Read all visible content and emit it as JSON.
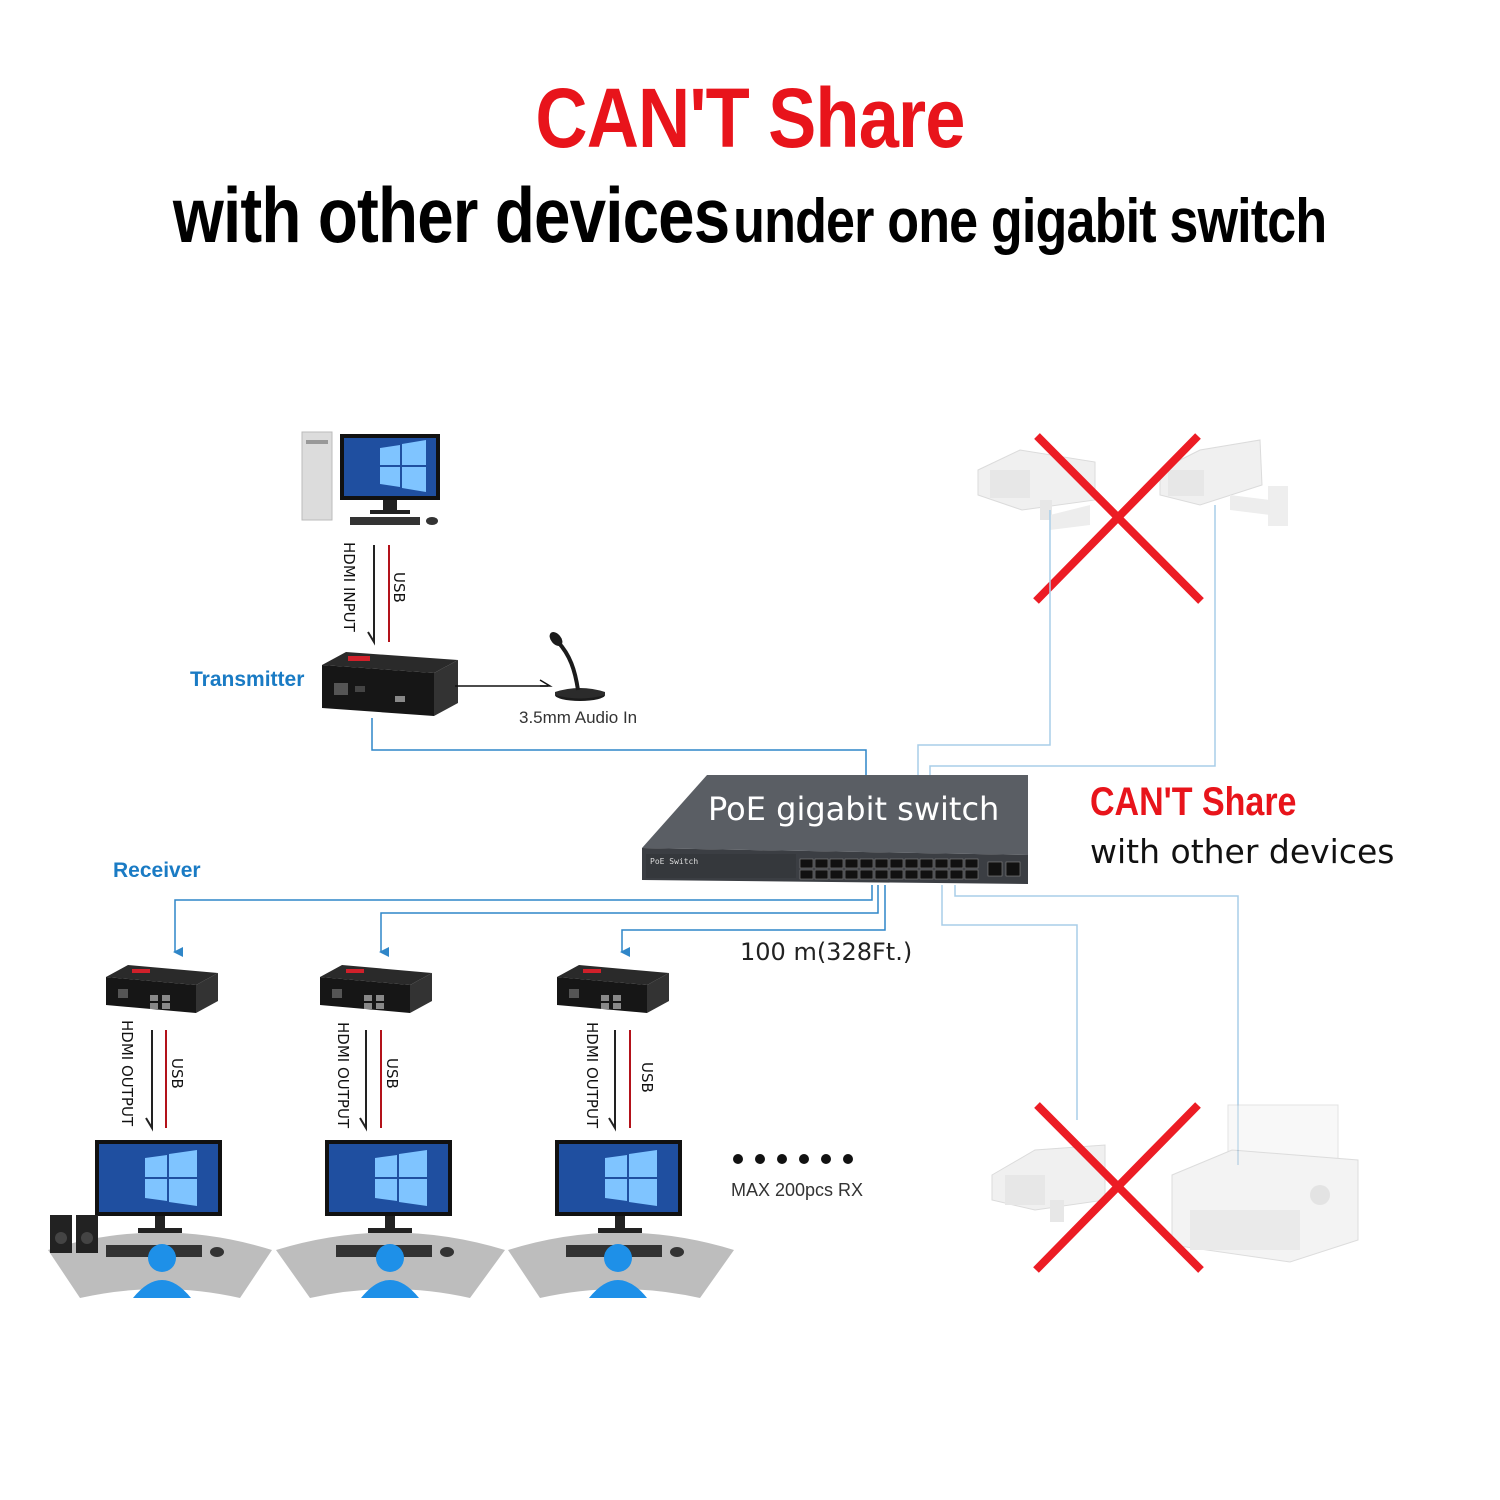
{
  "title": {
    "line1": "CAN'T Share",
    "line2_big": "with other devices",
    "line2_small": "under one gigabit switch"
  },
  "transmitter": {
    "label": "Transmitter",
    "hdmi_label": "HDMI INPUT",
    "usb_label": "USB",
    "audio_label": "3.5mm Audio In"
  },
  "switch": {
    "label": "PoE gigabit switch",
    "front_text": "PoE Switch",
    "distance_label": "100 m(328Ft.)"
  },
  "receiver": {
    "label": "Receiver",
    "hdmi_label": "HDMI OUTPUT",
    "usb_label": "USB",
    "max_label": "MAX 200pcs RX"
  },
  "side_note": {
    "red": "CAN'T Share",
    "black": "with other devices"
  },
  "colors": {
    "red": "#e8141b",
    "blue": "#1a7bc4",
    "line_blue": "#2f86c8",
    "faded_blue": "#a9cde8",
    "switch": "#4b4f55"
  }
}
